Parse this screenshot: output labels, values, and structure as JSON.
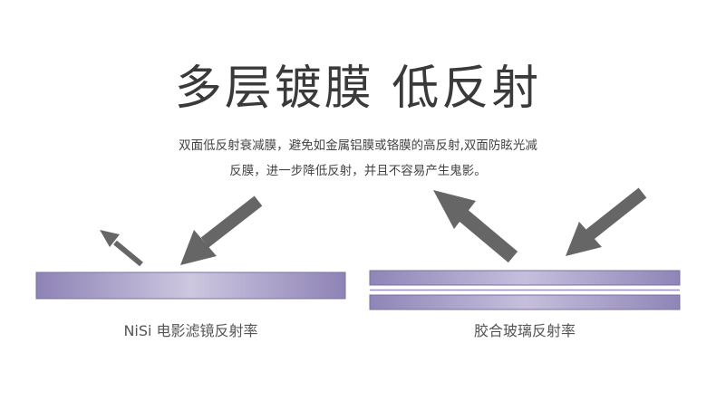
{
  "title": "多层镀膜 低反射",
  "description": {
    "line1": "双面低反射衰减膜，避免如金属铝膜或铬膜的高反射,双面防眩光减",
    "line2": "反膜，进一步降低反射，并且不容易产生鬼影。"
  },
  "left_panel": {
    "caption": "NiSi  电影滤镜反射率",
    "reflected_ray": "small"
  },
  "right_panel": {
    "caption": "胶合玻璃反射率",
    "reflected_ray": "large"
  },
  "colors": {
    "arrow": "#666666",
    "glass_edge": "#9086b8",
    "glass_center": "#c9c3de"
  }
}
